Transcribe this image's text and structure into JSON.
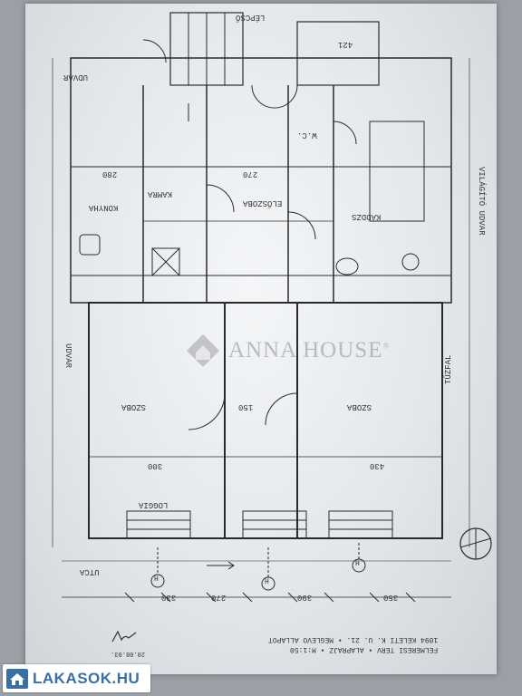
{
  "plan": {
    "room_labels": [
      "SZOBA",
      "SZOBA",
      "KONYHA",
      "KÁDDZS",
      "W.C.",
      "ELŐSZOBA",
      "KAMRA",
      "LOGGIA"
    ],
    "dimension_labels": [
      "300",
      "430",
      "280",
      "270",
      "330",
      "270",
      "390",
      "350",
      "421",
      "150"
    ],
    "side_labels": {
      "left": "UDVAR",
      "left_mid": "UDVAR",
      "right": "TŰZFAL",
      "right_top": "VILÁGÍTÓ UDVAR",
      "bottom": "UTCA",
      "top": "LÉPCSŐ"
    },
    "axis_marker": "H",
    "scale_text": "M.1:50"
  },
  "title_block": {
    "line1": "1094 KELETI K. U. 21. • MEGLÉVŐ ÁLLAPOT",
    "line2": "FELMÉRÉSI TERV • ALAPRAJZ • M:1:50"
  },
  "signature": {
    "date": "20.08.03."
  },
  "watermark": {
    "brand": "ANNA HOUSE",
    "registered": "®"
  },
  "branding": {
    "site": "LAKASOK.HU"
  },
  "colors": {
    "ink": "#2a2a2a",
    "watermark": "#8c8c96",
    "brand": "#3a6fa3"
  }
}
